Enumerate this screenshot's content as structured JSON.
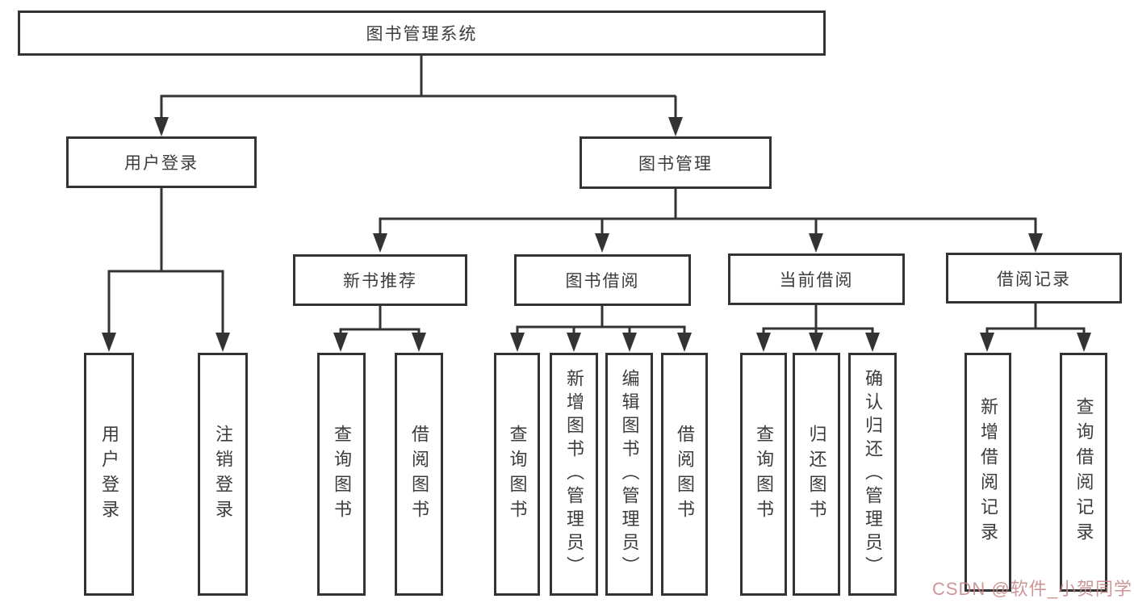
{
  "tree": {
    "root": "图书管理系统",
    "branches": [
      {
        "label": "用户登录",
        "children": [
          "用户登录",
          "注销登录"
        ]
      },
      {
        "label": "图书管理",
        "children": [
          {
            "label": "新书推荐",
            "children": [
              "查询图书",
              "借阅图书"
            ]
          },
          {
            "label": "图书借阅",
            "children": [
              "查询图书",
              "新增图书（管理员）",
              "编辑图书（管理员）",
              "借阅图书"
            ]
          },
          {
            "label": "当前借阅",
            "children": [
              "查询图书",
              "归还图书",
              "确认归还（管理员）"
            ]
          },
          {
            "label": "借阅记录",
            "children": [
              "新增借阅记录",
              "查询借阅记录"
            ]
          }
        ]
      }
    ]
  },
  "watermark": "CSDN @软件_小贺同学",
  "colors": {
    "line": "#333333",
    "box_border": "#333333",
    "box_fill": "#ffffff",
    "text": "#3c3c3c",
    "watermark": "#c68484",
    "background": "#ffffff"
  }
}
